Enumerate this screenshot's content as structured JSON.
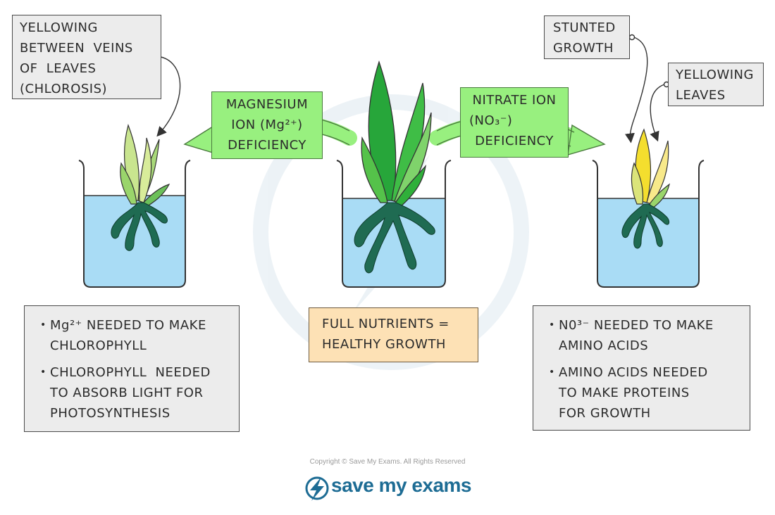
{
  "mg_label": {
    "line1": "MAGNESIUM",
    "line2": "ION (Mg²⁺)",
    "line3": "DEFICIENCY"
  },
  "no3_label": {
    "line1": "NITRATE ION",
    "line2": "(NO₃⁻)",
    "line3": "DEFICIENCY"
  },
  "callout_chlorosis": {
    "line1": "YELLOWING",
    "line2": "BETWEEN VEINS",
    "line3": "OF LEAVES",
    "line4": "(CHLOROSIS)"
  },
  "callout_stunted": {
    "line1": "STUNTED",
    "line2": "GROWTH"
  },
  "callout_yellow_leaves": {
    "line1": "YELLOWING",
    "line2": "LEAVES"
  },
  "mg_notes": {
    "b1_line1": "Mg²⁺ NEEDED TO MAKE",
    "b1_line2": "CHLOROPHYLL",
    "b2_line1": "CHLOROPHYLL NEEDED",
    "b2_line2": "TO ABSORB LIGHT FOR",
    "b2_line3": "PHOTOSYNTHESIS"
  },
  "healthy_box": {
    "line1": "FULL NUTRIENTS =",
    "line2": "HEALTHY GROWTH"
  },
  "no3_notes": {
    "b1_line1": "N0³⁻ NEEDED TO MAKE",
    "b1_line2": "AMINO ACIDS",
    "b2_line1": "AMINO ACIDS NEEDED",
    "b2_line2": "TO MAKE PROTEINS",
    "b2_line3": "FOR GROWTH"
  },
  "footer": {
    "copyright": "Copyright © Save My Exams. All Rights Reserved",
    "logo": "save my exams"
  },
  "colors": {
    "water": "#a9dcf5",
    "leaf_dark": "#27a63a",
    "leaf_light": "#7fd36b",
    "root": "#1f6b52",
    "label_green": "#98f07f",
    "note_grey": "#ececec",
    "healthy_orange": "#fde1b5",
    "yellow_leaf": "#f4de2e",
    "logo_blue": "#1d6c94"
  }
}
